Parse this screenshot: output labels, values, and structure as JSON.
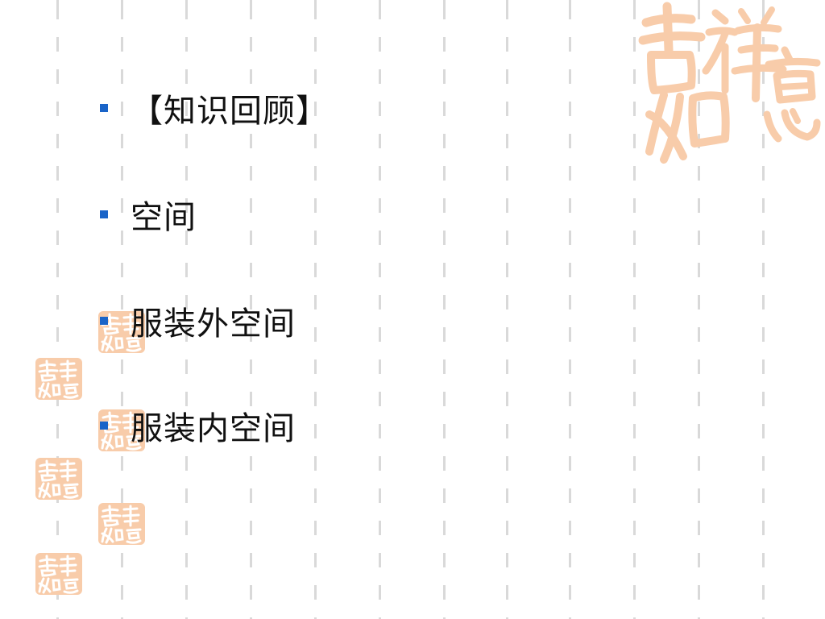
{
  "slide": {
    "bullets": [
      {
        "text": "【知识回顾】"
      },
      {
        "text": "空间"
      },
      {
        "text": "服装外空间"
      },
      {
        "text": "服装内空间"
      }
    ]
  },
  "decor": {
    "seal_text": "吉祥如意",
    "seal_color": "#f8ccaa",
    "bullet_color": "#1a64c8",
    "dash_color": "#d9d9d9"
  }
}
